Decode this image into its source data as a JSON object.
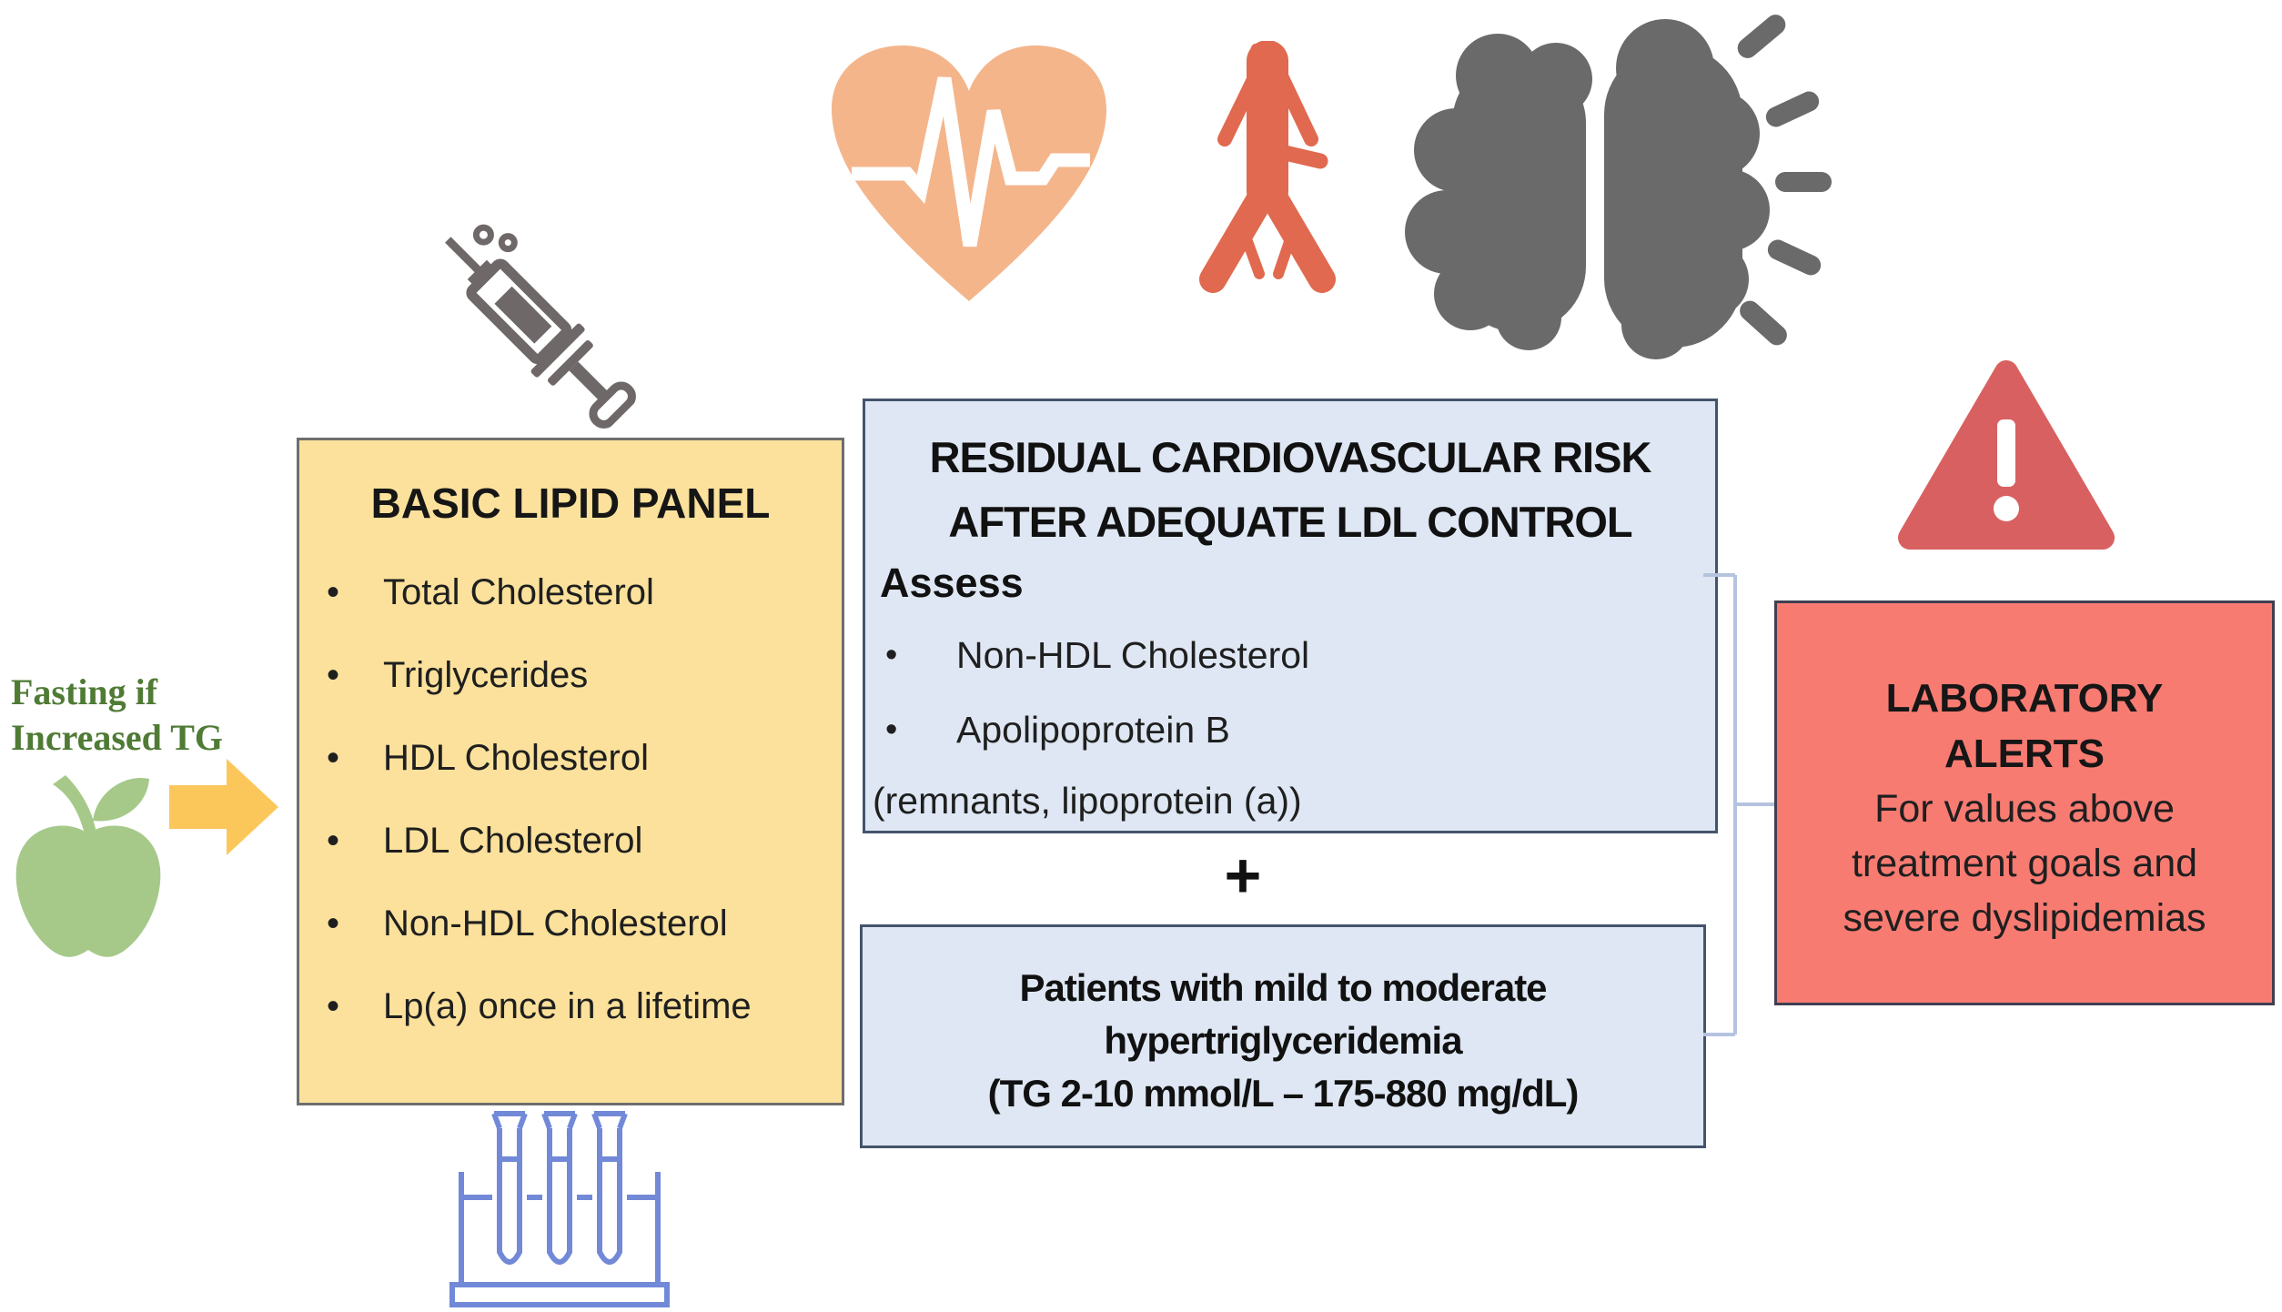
{
  "fasting_note": {
    "line1": "Fasting if",
    "line2": "Increased TG"
  },
  "basic_lipid_panel": {
    "title": "BASIC LIPID PANEL",
    "items": [
      "Total Cholesterol",
      "Triglycerides",
      "HDL Cholesterol",
      "LDL Cholesterol",
      "Non-HDL Cholesterol",
      "Lp(a) once in a lifetime"
    ]
  },
  "residual_risk": {
    "title_line1": "RESIDUAL CARDIOVASCULAR RISK",
    "title_line2": "AFTER ADEQUATE LDL CONTROL",
    "subtitle": "Assess",
    "items": [
      "Non-HDL Cholesterol",
      "Apolipoprotein B"
    ],
    "note": "(remnants, lipoprotein (a))"
  },
  "plus_sign": "+",
  "patients_box": {
    "line1": "Patients with mild to moderate",
    "line2": "hypertriglyceridemia",
    "line3": "(TG 2-10 mmol/L – 175-880 mg/dL)"
  },
  "laboratory_alerts": {
    "title_line1": "LABORATORY",
    "title_line2": "ALERTS",
    "body_line1": "For values above",
    "body_line2": "treatment goals and",
    "body_line3": "severe dyslipidemias"
  },
  "icons": {
    "heart": "heart-ekg-icon",
    "artery": "artery-icon",
    "brain": "brain-stroke-icon",
    "syringe": "syringe-icon",
    "warning": "warning-triangle-icon",
    "apple": "apple-icon",
    "arrow": "arrow-right-icon",
    "test_tubes": "test-tube-rack-icon",
    "bracket": "grouping-bracket"
  },
  "colors": {
    "yellow_box_bg": "#FBE19B",
    "yellow_box_border": "#6E6E6E",
    "blue_box_bg": "#DEE7F3",
    "blue_box_border": "#44546A",
    "red_box_bg": "#F87B72",
    "red_box_border": "#3F3F51",
    "heart": "#F4B58B",
    "artery": "#E0694F",
    "brain": "#6A6A6A",
    "syringe": "#6F6868",
    "triangle": "#D96060",
    "apple": "#A6C98A",
    "arrow": "#FBC75B",
    "test_tubes": "#7289D8",
    "bracket": "#B5C3DF",
    "fasting_text": "#4F7B35"
  }
}
